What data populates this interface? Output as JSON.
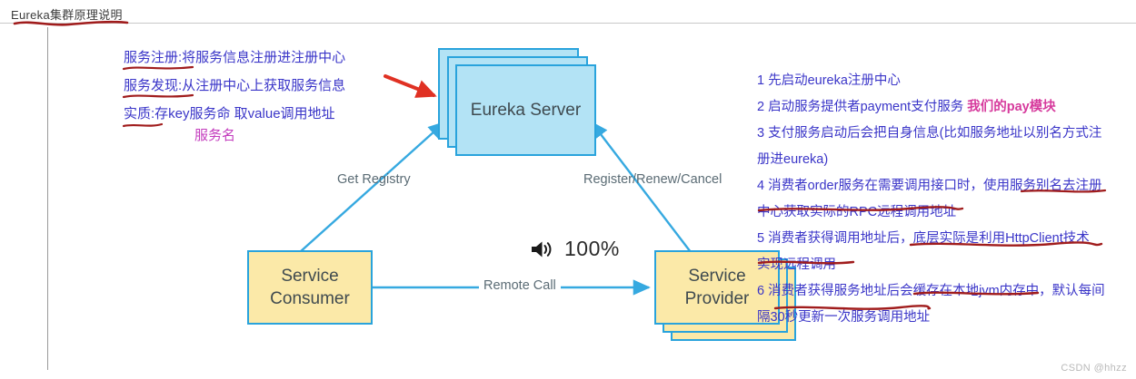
{
  "document": {
    "title": "Eureka集群原理说明",
    "watermark": "CSDN @hhzz"
  },
  "colors": {
    "eureka_fill": "#b3e3f5",
    "node_stroke": "#29a3dc",
    "service_fill": "#fbe9a8",
    "annotation_blue": "#3a35c8",
    "annotation_pink": "#c33bbd",
    "underline_red": "#a01c1c",
    "arrow_red": "#e03123"
  },
  "annotations_left": {
    "lines": [
      "服务注册:将服务信息注册进注册中心",
      "服务发现:从注册中心上获取服务信息",
      "实质:存key服务命 取value调用地址"
    ],
    "sub_note": "服务名"
  },
  "annotations_right": {
    "lines": [
      "1 先启动eureka注册中心",
      "2 启动服务提供者payment支付服务",
      "3 支付服务启动后会把自身信息(比如服务地址以别名方式注",
      "册进eureka)",
      "4 消费者order服务在需要调用接口时，使用服务别名去注册",
      "中心获取实际的RPC远程调用地址",
      "5 消费者获得调用地址后，底层实际是利用HttpClient技术",
      "实现远程调用",
      "6 消费者获得服务地址后会缓存在本地jvm内存中，默认每间",
      "隔30秒更新一次服务调用地址"
    ],
    "highlight": "我们的pay模块"
  },
  "diagram": {
    "nodes": [
      {
        "id": "eureka-server",
        "label": "Eureka Server"
      },
      {
        "id": "service-consumer",
        "label": "Service\nConsumer"
      },
      {
        "id": "service-provider",
        "label": "Service\nProvider"
      }
    ],
    "node_labels": {
      "eureka": "Eureka Server",
      "consumer_line1": "Service",
      "consumer_line2": "Consumer",
      "provider_line1": "Service",
      "provider_line2": "Provider"
    },
    "edges": [
      {
        "id": "get-registry",
        "label": "Get Registry"
      },
      {
        "id": "register-renew-cancel",
        "label": "Register/Renew/Cancel"
      },
      {
        "id": "remote-call",
        "label": "Remote Call"
      }
    ],
    "edge_labels": {
      "get_registry": "Get Registry",
      "register_renew_cancel": "Register/Renew/Cancel",
      "remote_call": "Remote Call"
    }
  },
  "volume_osd": {
    "level": "100%",
    "icon": "speaker-icon"
  }
}
